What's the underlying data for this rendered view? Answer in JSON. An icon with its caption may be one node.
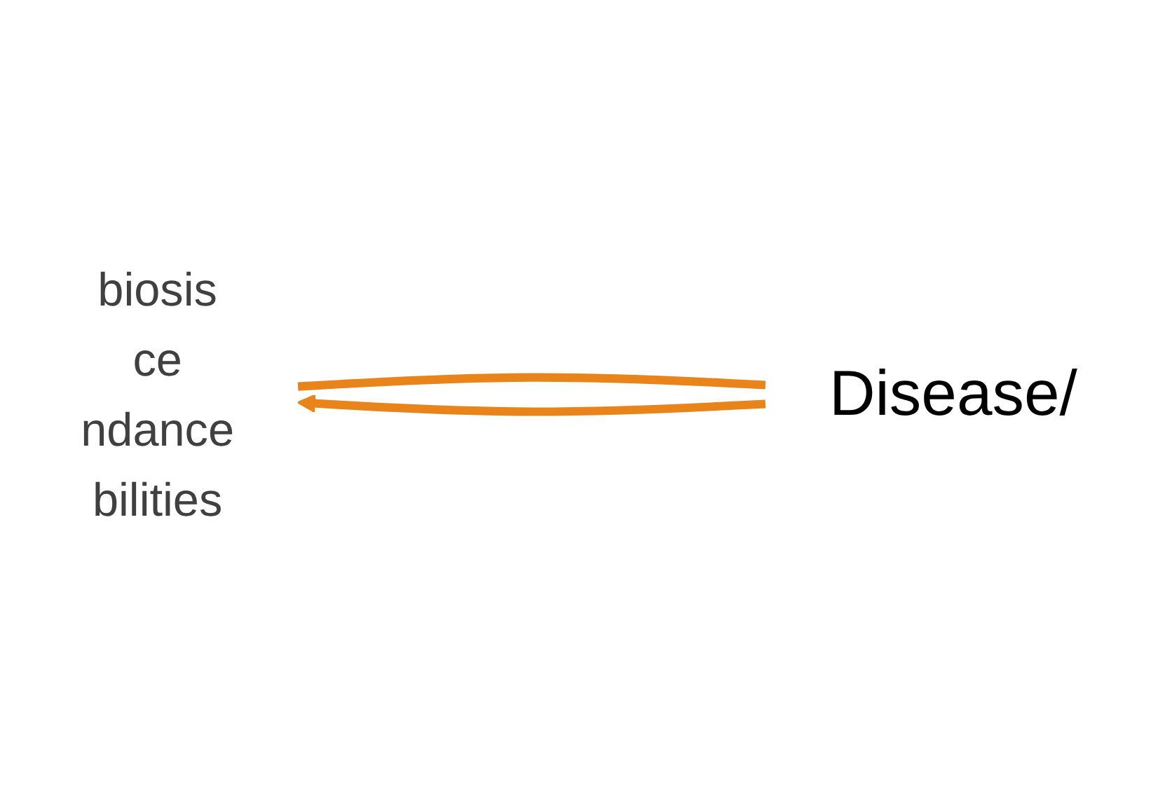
{
  "diagram": {
    "nodes": [
      {
        "text": [
          "biosis",
          "ce",
          "ndance",
          "bilities"
        ]
      },
      {
        "text": [
          "Disease/"
        ]
      }
    ],
    "edges": [
      {
        "from": 0,
        "to": 1,
        "arrow": "none"
      },
      {
        "from": 1,
        "to": 0,
        "arrow": "to"
      }
    ]
  }
}
